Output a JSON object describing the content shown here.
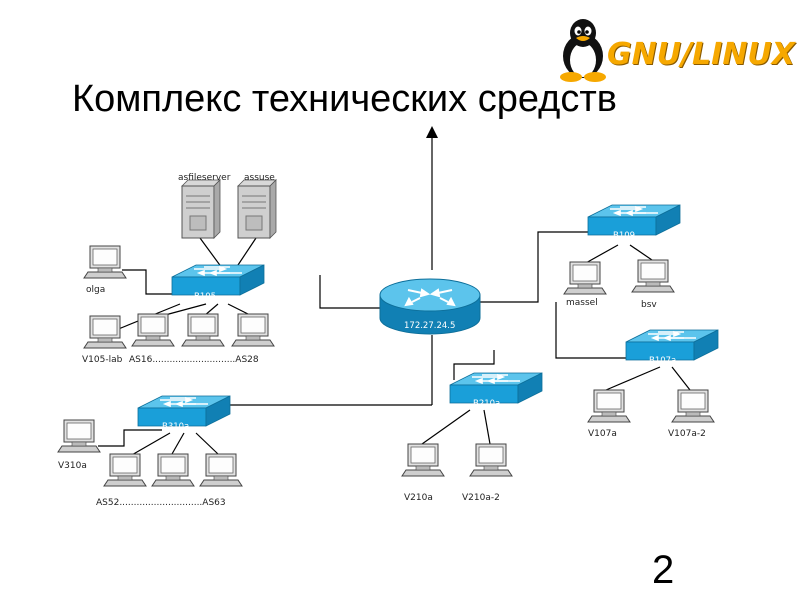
{
  "slide": {
    "title": "Комплекс технических средств",
    "page_number": "2",
    "logo_text": "GNU/LINUX",
    "logo_icon": "tux-penguin-icon"
  },
  "colors": {
    "switch_blue": "#1a9fd9",
    "switch_top": "#5cc4ec",
    "line": "#000000",
    "logo_orange": "#f6a800"
  },
  "network": {
    "router": {
      "id": "router",
      "label": "172.27.24.5",
      "icon": "router-icon"
    },
    "switches": [
      {
        "id": "b105",
        "label": "B105",
        "icon": "switch-icon"
      },
      {
        "id": "b109",
        "label": "B109",
        "icon": "switch-icon"
      },
      {
        "id": "b107a",
        "label": "B107a",
        "icon": "switch-icon"
      },
      {
        "id": "b210a",
        "label": "B210a",
        "icon": "switch-icon"
      },
      {
        "id": "b310a",
        "label": "B310a",
        "icon": "switch-icon"
      }
    ],
    "servers": [
      {
        "id": "asfileserver",
        "label": "asfileserver",
        "icon": "server-icon"
      },
      {
        "id": "assuse",
        "label": "assuse",
        "icon": "server-icon"
      }
    ],
    "workstations": [
      {
        "id": "olga",
        "label": "olga",
        "icon": "workstation-icon"
      },
      {
        "id": "v105-lab",
        "label": "V105-lab",
        "icon": "workstation-icon"
      },
      {
        "id": "as16-28",
        "label": "AS16.............................AS28",
        "icon": "workstation-icon"
      },
      {
        "id": "massel",
        "label": "massel",
        "icon": "workstation-icon"
      },
      {
        "id": "bsv",
        "label": "bsv",
        "icon": "workstation-icon"
      },
      {
        "id": "v107a",
        "label": "V107a",
        "icon": "workstation-icon"
      },
      {
        "id": "v107a-2",
        "label": "V107a-2",
        "icon": "workstation-icon"
      },
      {
        "id": "v210a",
        "label": "V210a",
        "icon": "workstation-icon"
      },
      {
        "id": "v210a-2",
        "label": "V210a-2",
        "icon": "workstation-icon"
      },
      {
        "id": "v310a",
        "label": "V310a",
        "icon": "workstation-icon"
      },
      {
        "id": "as52-63",
        "label": "AS52.............................AS63",
        "icon": "workstation-icon"
      }
    ]
  }
}
